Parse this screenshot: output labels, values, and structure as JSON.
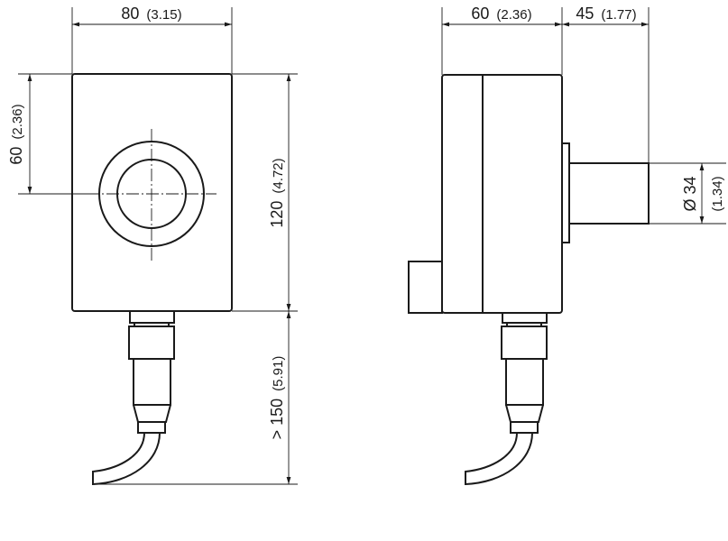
{
  "front_view": {
    "width_dim": {
      "value": "80",
      "inch": "(3.15)"
    },
    "center_height_dim": {
      "value": "60",
      "inch": "(2.36)"
    },
    "height_dim": {
      "value": "120",
      "inch": "(4.72)"
    },
    "cable_dim": {
      "value": "> 150",
      "inch": "(5.91)"
    }
  },
  "side_view": {
    "depth_dim": {
      "value": "60",
      "inch": "(2.36)"
    },
    "shaft_length_dim": {
      "value": "45",
      "inch": "(1.77)"
    },
    "shaft_diameter_dim": {
      "value": "Ø 34",
      "inch": "(1.34)"
    }
  }
}
